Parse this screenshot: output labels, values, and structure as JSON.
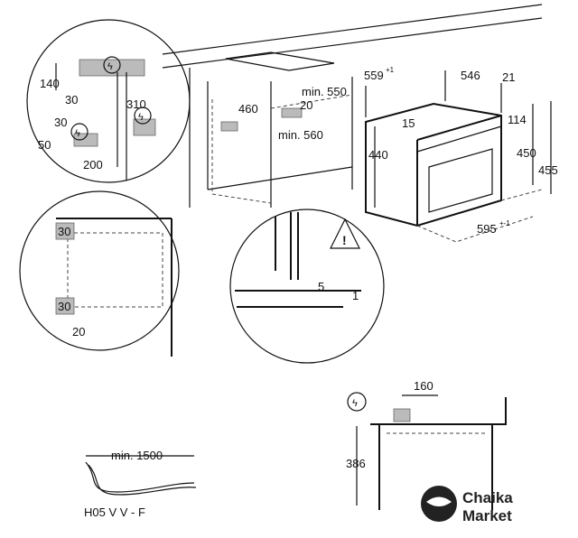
{
  "socket_detail": {
    "d140": "140",
    "d310": "310",
    "d30a": "30",
    "d30b": "30",
    "d50": "50",
    "d200": "200"
  },
  "cabinet": {
    "d460": "460",
    "min550": "min. 550",
    "d20": "20",
    "min560": "min. 560"
  },
  "oven": {
    "d559": "559",
    "d559_tol": "+1",
    "d546": "546",
    "d21": "21",
    "d15": "15",
    "d114": "114",
    "d440": "440",
    "d450": "450",
    "d455": "455",
    "d595": "595",
    "d595_tol": "+-1"
  },
  "corner_detail": {
    "d30top": "30",
    "d30bot": "30",
    "d20": "20"
  },
  "gap_detail": {
    "d5": "5",
    "d1": "1"
  },
  "side_view": {
    "d160": "160",
    "d386": "386"
  },
  "cable": {
    "length": "min. 1500",
    "type": "H05 V V - F"
  },
  "brand": {
    "line1": "Chaika",
    "line2": "Market"
  }
}
